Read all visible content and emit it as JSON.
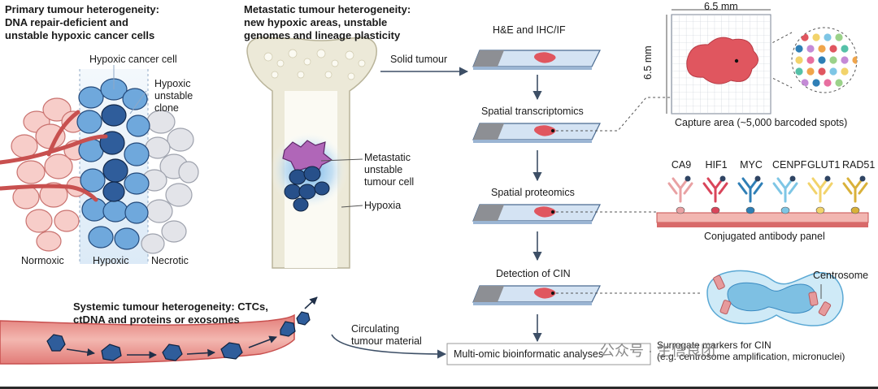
{
  "panels": {
    "primary": {
      "title": "Primary tumour heterogeneity:\nDNA repair-deficient and\nunstable hypoxic cancer cells"
    },
    "metastatic": {
      "title": "Metastatic tumour heterogeneity:\nnew hypoxic areas, unstable\ngenomes and lineage plasticity"
    },
    "systemic": {
      "title": "Systemic tumour heterogeneity: CTCs,\nctDNA and proteins or exosomes"
    }
  },
  "primary_labels": {
    "hypoxic_cancer_cell": "Hypoxic cancer cell",
    "hypoxic_unstable_clone": "Hypoxic\nunstable\nclone",
    "normoxic": "Normoxic",
    "hypoxic": "Hypoxic",
    "necrotic": "Necrotic"
  },
  "metastatic_labels": {
    "metastatic_cell": "Metastatic\nunstable\ntumour cell",
    "hypoxia": "Hypoxia"
  },
  "flow": {
    "solid_tumour": "Solid tumour",
    "he_ihc": "H&E and IHC/IF",
    "spatial_transcriptomics": "Spatial transcriptomics",
    "spatial_proteomics": "Spatial proteomics",
    "detection_cin": "Detection of CIN",
    "circulating": "Circulating\ntumour material",
    "multiomic": "Multi-omic bioinformatic analyses"
  },
  "capture": {
    "width_label": "6.5 mm",
    "height_label": "6.5 mm",
    "caption": "Capture area (~5,000 barcoded spots)"
  },
  "antibodies": {
    "markers": [
      "CA9",
      "HIF1",
      "MYC",
      "CENPF",
      "GLUT1",
      "RAD51"
    ],
    "colors": [
      "#e9a1a3",
      "#d9455a",
      "#2f7fb6",
      "#7ec6e5",
      "#f2d36b",
      "#d9b13a"
    ],
    "caption": "Conjugated antibody panel"
  },
  "cin": {
    "centrosome": "Centrosome",
    "surrogate": "Surrogate markers for CIN\n(e.g. centrosome amplification, micronuclei)"
  },
  "watermark": "公众号 · 生信良团",
  "colors": {
    "arrow": "#3d4f66",
    "tumour_red": "#e0565f",
    "vessel": "#d96b6b",
    "bone": "#ece9d8",
    "hypoxic_blue": "#3f7fc1"
  }
}
